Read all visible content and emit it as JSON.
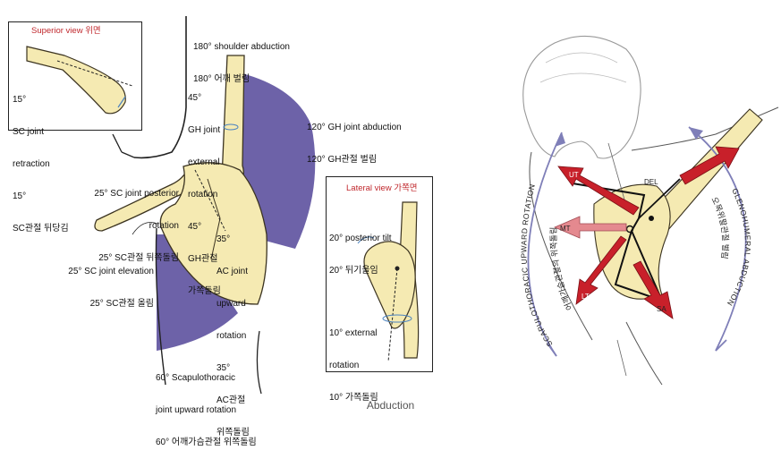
{
  "left": {
    "superior_inset": {
      "title": "Superior view 위면",
      "lines": [
        "15°",
        "SC joint",
        "retraction",
        "15°",
        "SC관절 뒤당김"
      ]
    },
    "shoulder_abduction": [
      "180° shoulder abduction",
      "180° 어깨 벌림"
    ],
    "gh_external": [
      "45°",
      "GH joint",
      "external",
      "rotation",
      "45°",
      "GH관절",
      "가쪽돌림"
    ],
    "gh_abduction": [
      "120° GH joint abduction",
      "120° GH관절 벌림"
    ],
    "sc_posterior": [
      "25° SC joint posterior",
      "rotation",
      "25° SC관절 뒤쪽돌림"
    ],
    "ac_upward": [
      "35°",
      "AC joint",
      "upward",
      "rotation",
      "35°",
      "AC관절",
      "위쪽돌림"
    ],
    "sc_elevation": [
      "25° SC joint elevation",
      "25° SC관절 올림"
    ],
    "scapulothoracic": [
      "60° Scapulothoracic",
      "joint upward rotation",
      "60° 어깨가슴관절 위쪽돌림"
    ],
    "lateral_inset": {
      "title": "Lateral view 가쪽면",
      "tilt": [
        "20° posterior tilt",
        "20° 뒤기울임"
      ],
      "external": [
        "10° external",
        "rotation",
        "10° 가쪽돌림"
      ]
    }
  },
  "right": {
    "muscles": [
      "UT",
      "DEL",
      "MT",
      "LT",
      "SA"
    ],
    "arc_left": "SCAPULOTHORACIC UPWARD ROTATION",
    "arc_left_kr": "어깨가슴관절의 위쪽돌림",
    "arc_right": "GLENOHUMERAL ABDUCTION",
    "arc_right_kr": "오목위팔관절 벌림"
  },
  "caption": "Abduction",
  "colors": {
    "bone": "#f5eab2",
    "bone_stroke": "#3b3320",
    "wedge": "#6d62a8",
    "arrow": "#c8202a",
    "arrow_light": "#e4898f"
  }
}
